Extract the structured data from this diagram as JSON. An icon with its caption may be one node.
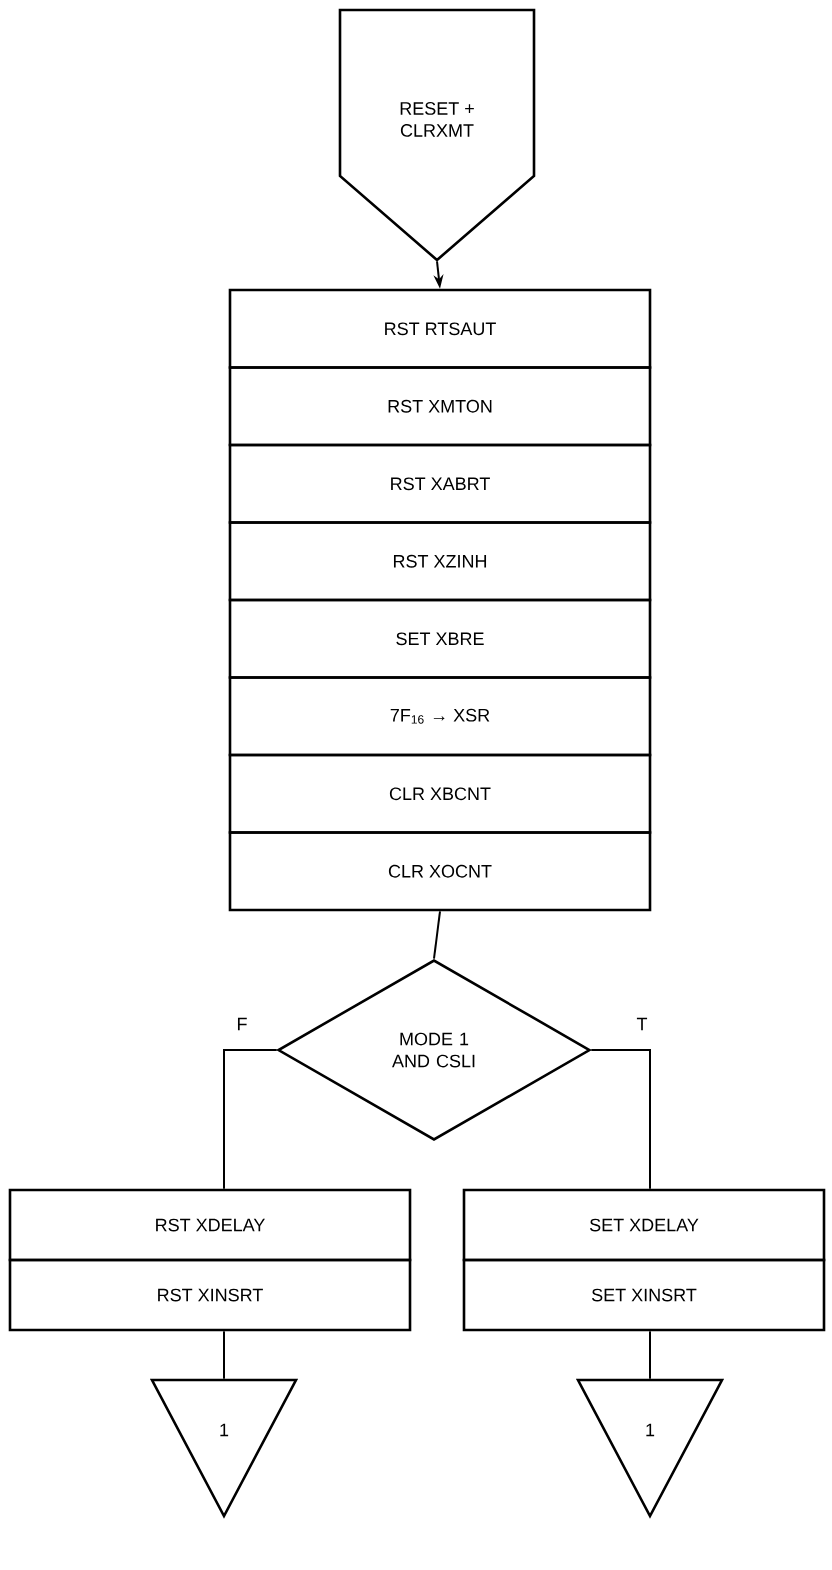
{
  "diagram": {
    "nodes": [
      {
        "text": [
          "RESET + CLRXMT"
        ]
      },
      {
        "text": [
          "RST RTSAUT"
        ]
      },
      {
        "text": [
          "RST XMTON"
        ]
      },
      {
        "text": [
          "RST XABRT"
        ]
      },
      {
        "text": [
          "RST XZINH"
        ]
      },
      {
        "text": [
          "SET XBRE"
        ]
      },
      {
        "text": [
          "7F$_{16}$ → XSR"
        ]
      },
      {
        "text": [
          "CLR XBCNT"
        ]
      },
      {
        "text": [
          "CLR XOCNT"
        ]
      },
      {
        "text": [
          "MODE 1 AND CSLI"
        ]
      },
      {
        "text": [
          "RST XDELAY"
        ]
      },
      {
        "text": [
          "RST XINSRT"
        ]
      },
      {
        "text": [
          "SET XDELAY"
        ]
      },
      {
        "text": [
          "SET XINSRT"
        ]
      },
      {
        "text": [
          "1"
        ]
      },
      {
        "text": [
          "1"
        ]
      }
    ],
    "edges": [
      {
        "from": 0,
        "to": 1,
        "arrow": "to"
      },
      {
        "from": 8,
        "to": 9,
        "arrow": "none"
      },
      {
        "from": 9,
        "to": 10,
        "arrow": "none",
        "label": "F"
      },
      {
        "from": 9,
        "to": 12,
        "arrow": "none",
        "label": "T"
      },
      {
        "from": 11,
        "to": 14,
        "arrow": "none"
      },
      {
        "from": 13,
        "to": 15,
        "arrow": "none"
      }
    ]
  }
}
